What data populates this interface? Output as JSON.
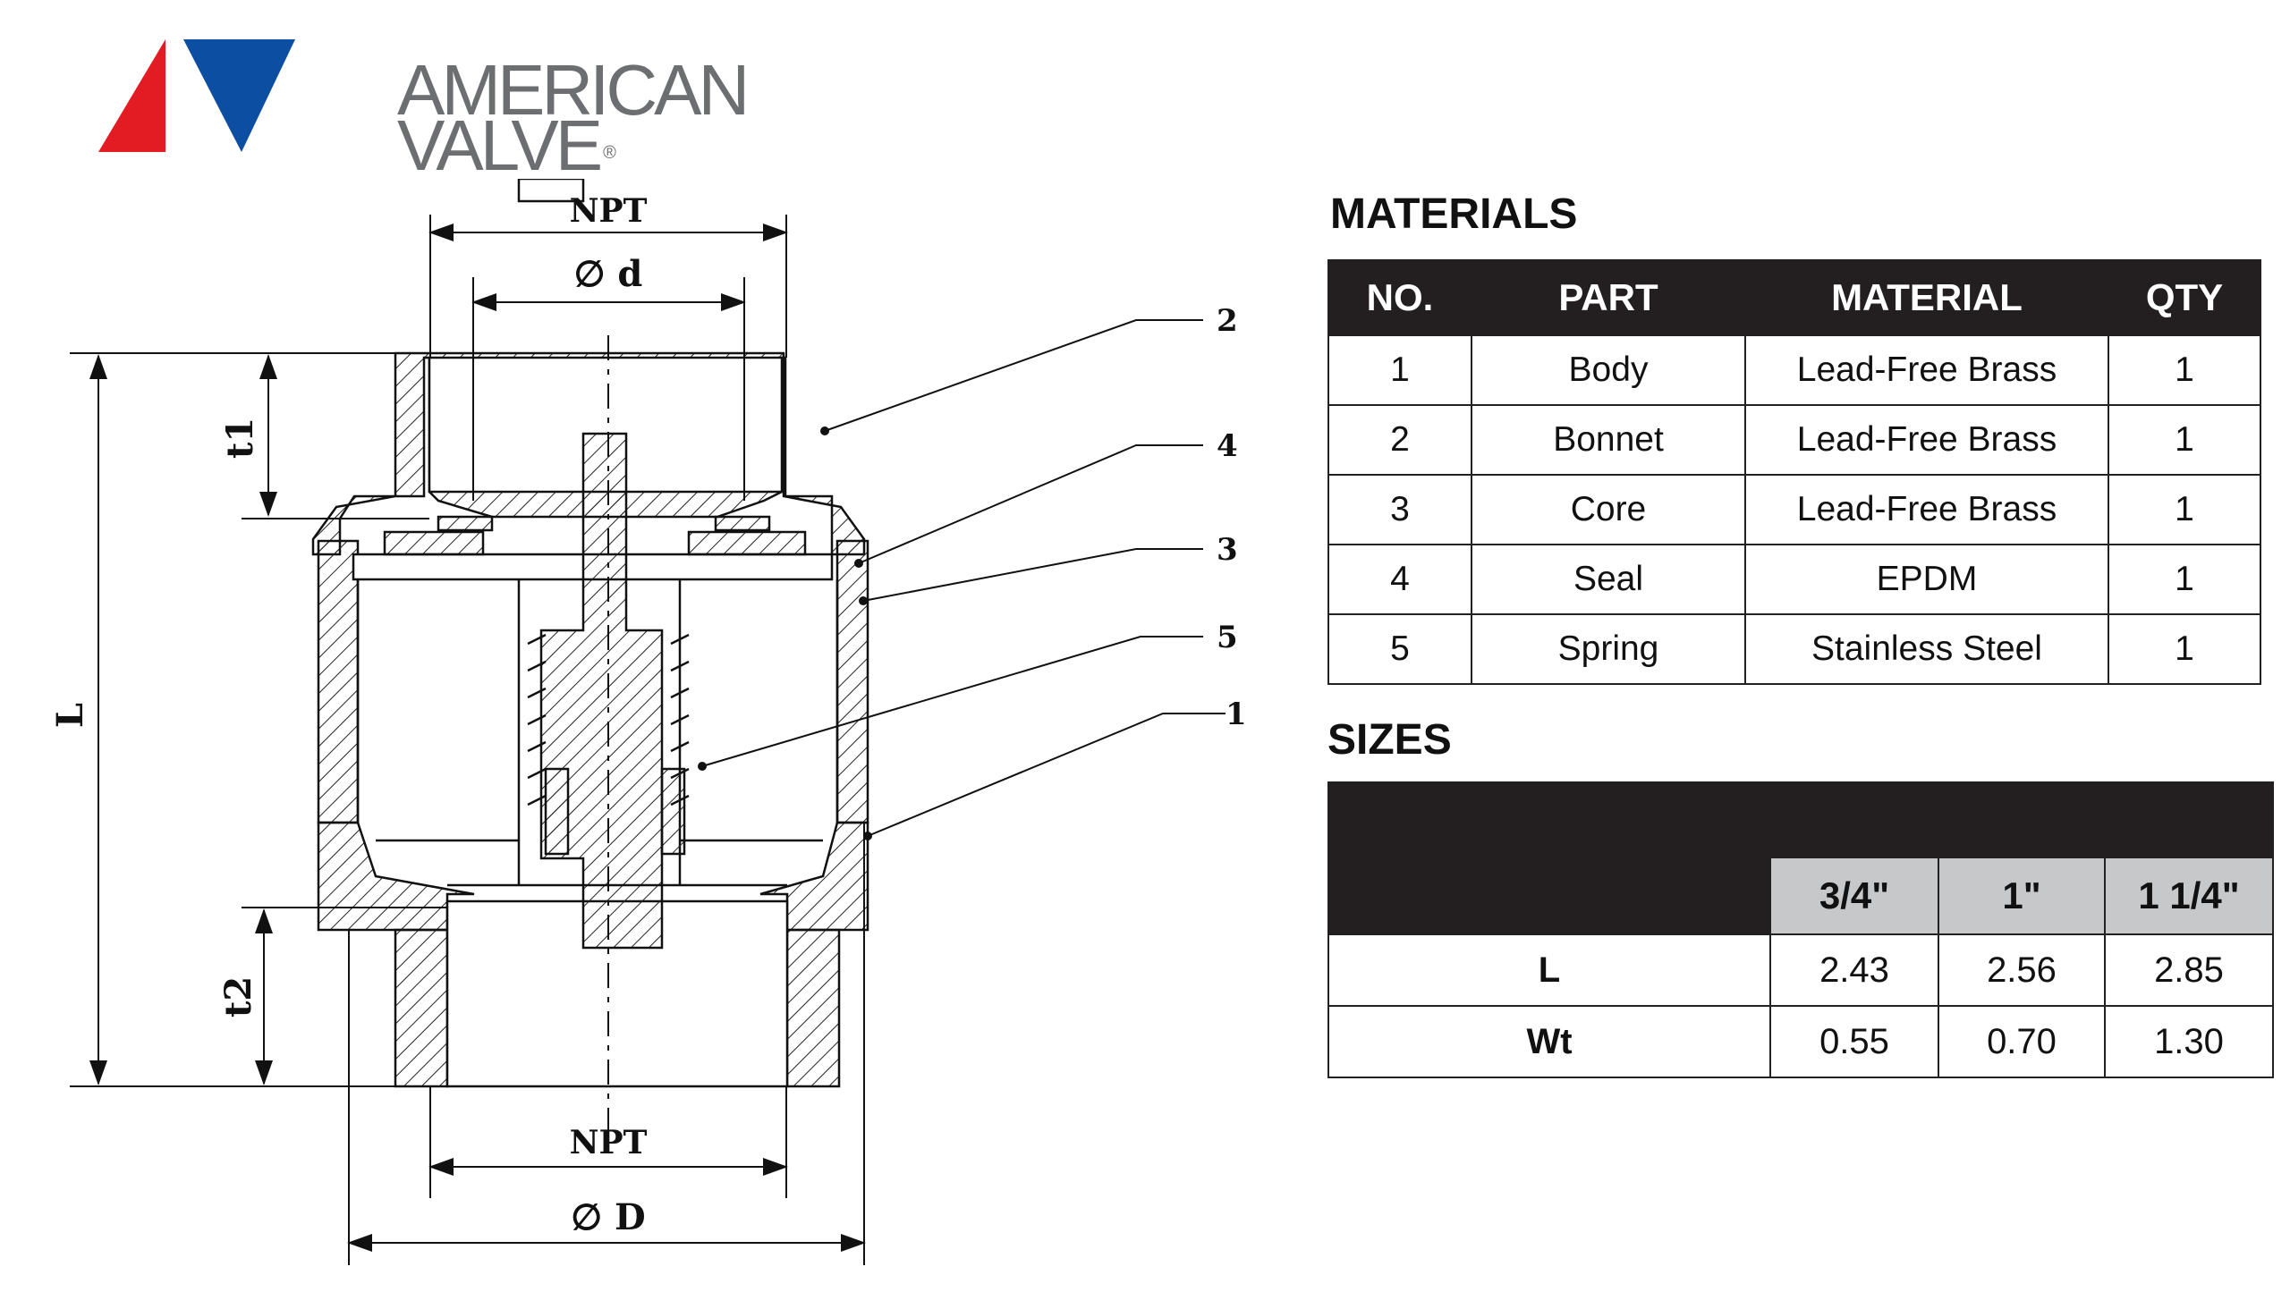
{
  "logo": {
    "line1": "AMERICAN",
    "line2": "VALVE",
    "mark": "®"
  },
  "drawing": {
    "npt_top": "NPT",
    "d_small": "∅ d",
    "t1": "t1",
    "t2": "t2",
    "L": "L",
    "npt_bottom": "NPT",
    "d_large": "∅ D",
    "callouts": [
      "2",
      "4",
      "3",
      "5",
      "1"
    ]
  },
  "materials": {
    "title": "MATERIALS",
    "headers": [
      "NO.",
      "PART",
      "MATERIAL",
      "QTY"
    ],
    "rows": [
      [
        "1",
        "Body",
        "Lead-Free Brass",
        "1"
      ],
      [
        "2",
        "Bonnet",
        "Lead-Free Brass",
        "1"
      ],
      [
        "3",
        "Core",
        "Lead-Free Brass",
        "1"
      ],
      [
        "4",
        "Seal",
        "EPDM",
        "1"
      ],
      [
        "5",
        "Spring",
        "Stainless Steel",
        "1"
      ]
    ]
  },
  "sizes": {
    "title": "SIZES",
    "columns": [
      "3/4\"",
      "1\"",
      "1 1/4\""
    ],
    "rows": [
      {
        "label": "L",
        "values": [
          "2.43",
          "2.56",
          "2.85"
        ]
      },
      {
        "label": "Wt",
        "values": [
          "0.55",
          "0.70",
          "1.30"
        ]
      }
    ]
  },
  "colors": {
    "logo_red": "#e31b23",
    "logo_blue": "#0b4ea2",
    "logo_gray": "#6d6e71",
    "header_black": "#231f20",
    "size_gray": "#c7c8ca"
  }
}
